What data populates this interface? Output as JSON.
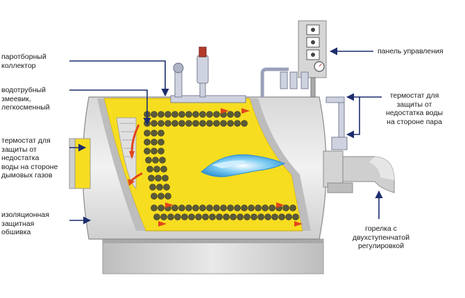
{
  "labels": {
    "steam_collector": [
      "паротборный",
      "коллектор"
    ],
    "water_coil": [
      "водотрубный",
      "змеевик,",
      "легкосменный"
    ],
    "thermostat_gas": [
      "термостат для",
      "защиты от",
      "недостатка",
      "воды на стороне",
      "дымовых газов"
    ],
    "insulation": [
      "изоляционная",
      "защитная",
      "обшивка"
    ],
    "control_panel": [
      "панель управления"
    ],
    "thermostat_steam": [
      "термостат для",
      "защиты от",
      "недостатка воды",
      "на стороне пара"
    ],
    "burner": [
      "горелка с",
      "двухступенчатой",
      "регулировкой"
    ]
  },
  "colors": {
    "leader_line": "#1c2c6e",
    "shell": "#e6e6e6",
    "shell_shadow": "#c9c9c9",
    "chamber": "#f7dd20",
    "flame": "#4fb3e8",
    "flow_arrow": "#e0451a",
    "tube": "#5a5a3a"
  }
}
